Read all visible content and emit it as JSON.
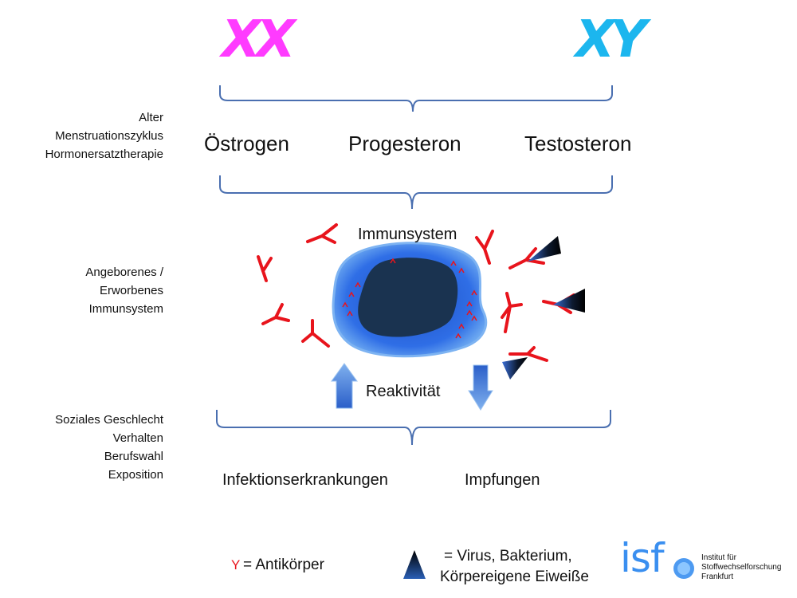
{
  "top": {
    "female_chromosomes": "XX",
    "male_chromosomes": "XY"
  },
  "left_labels": {
    "hormone_factors": [
      "Alter",
      "Menstruationszyklus",
      "Hormonersatztherapie"
    ],
    "immune_types": [
      "Angeborenes /",
      "Erworbenes",
      "Immunsystem"
    ],
    "social_factors": [
      "Soziales Geschlecht",
      "Verhalten",
      "Berufswahl",
      "Exposition"
    ]
  },
  "hormones": [
    "Östrogen",
    "Progesteron",
    "Testosteron"
  ],
  "center": {
    "immune_label": "Immunsystem",
    "reactivity_label": "Reaktivität"
  },
  "outcomes": {
    "left": "Infektionserkrankungen",
    "right": "Impfungen"
  },
  "legend": {
    "antibody_symbol": "Y",
    "antibody_text": "= Antikörper",
    "pathogen_text_line1": "= Virus, Bakterium,",
    "pathogen_text_line2": "Körpereigene Eiweiße"
  },
  "logo": {
    "letters": "isf",
    "line1": "Institut für",
    "line2": "Stoffwechselforschung",
    "line3": "Frankfurt"
  },
  "colors": {
    "female": "#ff3bff",
    "male": "#1cb6ee",
    "antibody": "#e8141c",
    "bracket": "#4a6fb0",
    "cell_outer": "#2e6ce0",
    "cell_inner": "#1a3350"
  }
}
